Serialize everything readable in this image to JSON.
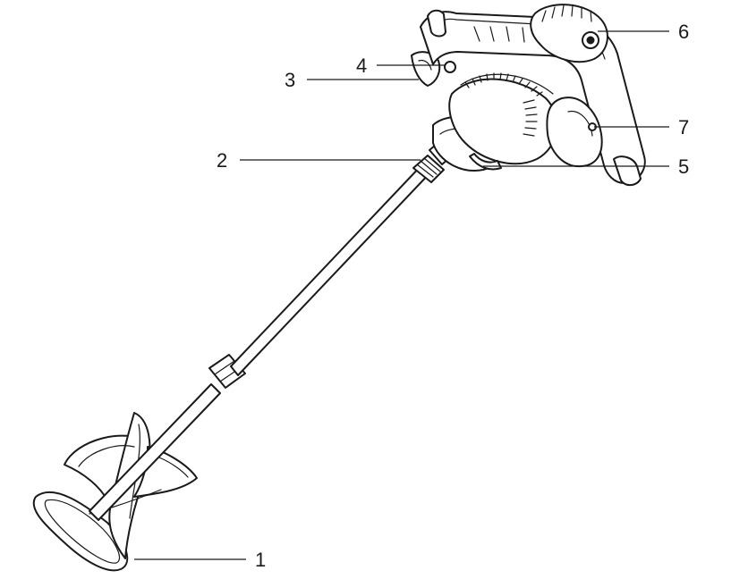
{
  "diagram": {
    "callouts": [
      {
        "id": "1",
        "label": "1"
      },
      {
        "id": "2",
        "label": "2"
      },
      {
        "id": "3",
        "label": "3"
      },
      {
        "id": "4",
        "label": "4"
      },
      {
        "id": "5",
        "label": "5"
      },
      {
        "id": "6",
        "label": "6"
      },
      {
        "id": "7",
        "label": "7"
      }
    ],
    "colors": {
      "ink": "#1a1a1a",
      "background": "#ffffff"
    }
  }
}
